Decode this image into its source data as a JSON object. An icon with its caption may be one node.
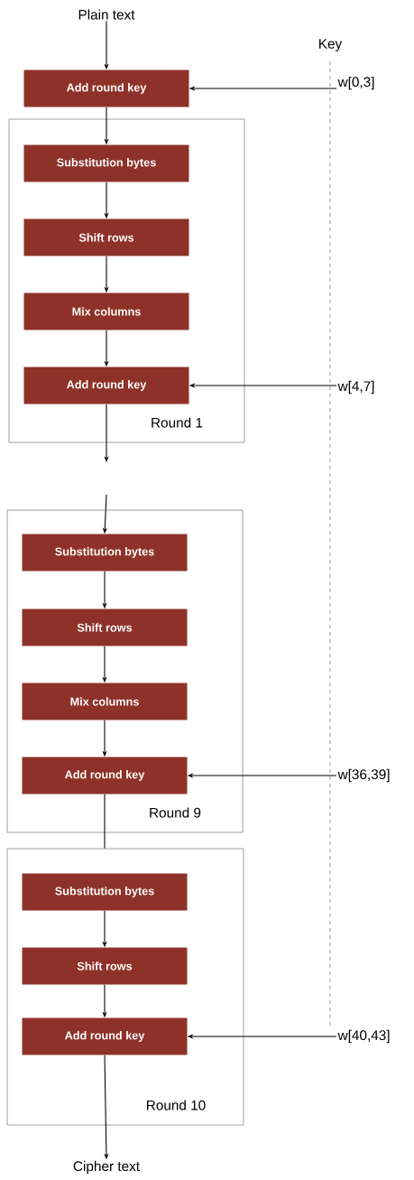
{
  "diagram": {
    "nodes": [
      {
        "text": [
          "Plain text"
        ]
      },
      {
        "text": [
          "Add round key"
        ]
      },
      {
        "text": [
          "Round 1"
        ]
      },
      {
        "text": [
          "Substitution bytes"
        ],
        "in": 2
      },
      {
        "text": [
          "Shift rows"
        ],
        "in": 2
      },
      {
        "text": [
          "Mix columns"
        ],
        "in": 2
      },
      {
        "text": [
          "Add round key"
        ],
        "in": 2
      },
      {
        "text": [
          "Round 9"
        ]
      },
      {
        "text": [
          "Substitution bytes"
        ],
        "in": 7
      },
      {
        "text": [
          "Shift rows"
        ],
        "in": 7
      },
      {
        "text": [
          "Mix columns"
        ],
        "in": 7
      },
      {
        "text": [
          "Add round key"
        ],
        "in": 7
      },
      {
        "text": [
          "Round 10"
        ]
      },
      {
        "text": [
          "Substitution bytes"
        ],
        "in": 12
      },
      {
        "text": [
          "Shift rows"
        ],
        "in": 12
      },
      {
        "text": [
          "Add round key"
        ],
        "in": 12
      },
      {
        "text": [
          "Cipher text"
        ]
      },
      {
        "text": [
          "w[0,3]"
        ]
      },
      {
        "text": [
          "w[4,7]"
        ]
      },
      {
        "text": [
          "w[36,39]"
        ]
      },
      {
        "text": [
          "w[40,43]"
        ]
      }
    ],
    "edges": [
      {
        "from": 0,
        "to": 1,
        "arrow": "to"
      },
      {
        "from": 1,
        "to": 3,
        "arrow": "to"
      },
      {
        "from": 3,
        "to": 4,
        "arrow": "to"
      },
      {
        "from": 4,
        "to": 5,
        "arrow": "to"
      },
      {
        "from": 5,
        "to": 6,
        "arrow": "to"
      },
      {
        "from": 6,
        "to": null,
        "arrow": "to"
      },
      {
        "from": null,
        "to": 8,
        "arrow": "to"
      },
      {
        "from": 8,
        "to": 9,
        "arrow": "to"
      },
      {
        "from": 9,
        "to": 10,
        "arrow": "to"
      },
      {
        "from": 10,
        "to": 11,
        "arrow": "to"
      },
      {
        "from": 11,
        "to": 12,
        "arrow": "none"
      },
      {
        "from": 13,
        "to": 14,
        "arrow": "to"
      },
      {
        "from": 14,
        "to": 15,
        "arrow": "to"
      },
      {
        "from": 15,
        "to": 16,
        "arrow": "to"
      },
      {
        "from": 17,
        "to": 1,
        "arrow": "to"
      },
      {
        "from": 18,
        "to": 6,
        "arrow": "to"
      },
      {
        "from": 19,
        "to": 11,
        "arrow": "to"
      },
      {
        "from": 20,
        "to": 15,
        "arrow": "to"
      }
    ],
    "labels": [
      "Key"
    ]
  }
}
